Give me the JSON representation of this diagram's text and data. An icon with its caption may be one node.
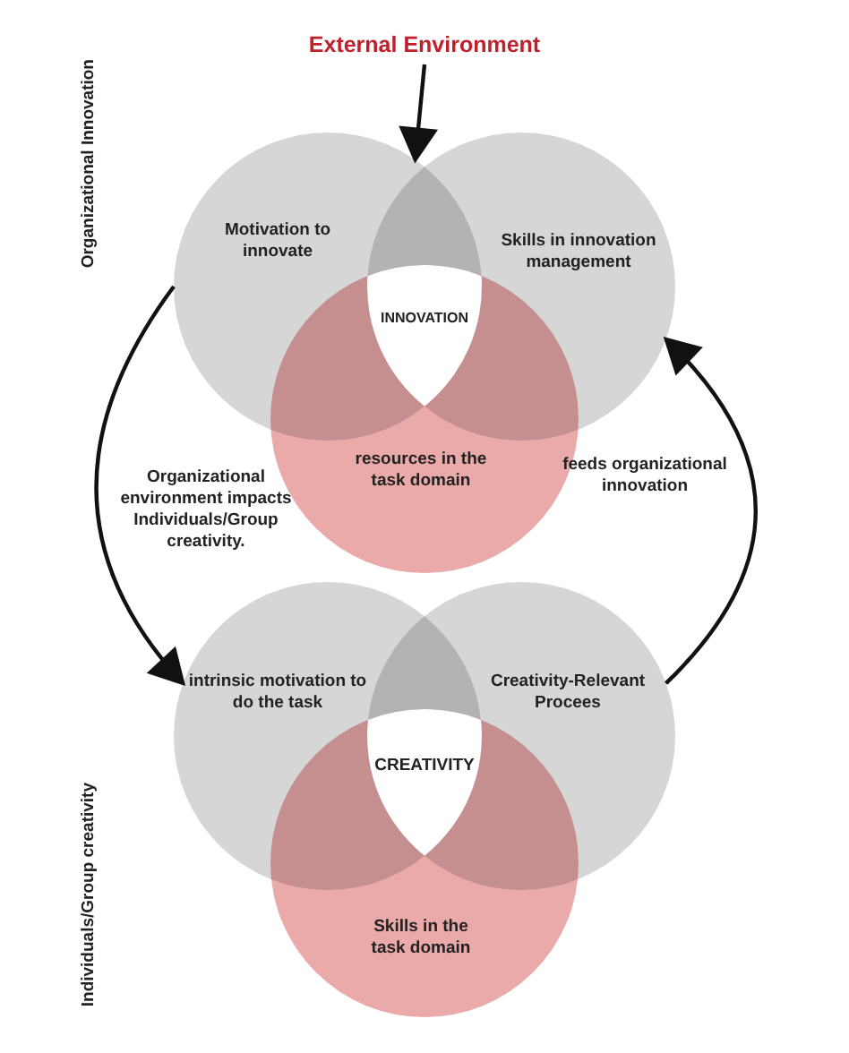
{
  "diagram": {
    "nodes": [
      {
        "text": [
          "External Environment"
        ]
      },
      {
        "text": [
          "Motivation to innovate"
        ]
      },
      {
        "text": [
          "Skills in innovation management"
        ]
      },
      {
        "text": [
          "resources in the task domain"
        ]
      },
      {
        "text": [
          "INNOVATION"
        ]
      },
      {
        "text": [
          "intrinsic motivation to do the task"
        ]
      },
      {
        "text": [
          "Creativity-Relevant Procees"
        ]
      },
      {
        "text": [
          "Skills in the task domain"
        ]
      },
      {
        "text": [
          "CREATIVITY"
        ]
      }
    ],
    "edges": [
      {
        "from": 0,
        "to": 1,
        "arrow": "to"
      },
      {
        "from": 1,
        "to": 5,
        "arrow": "to",
        "label": "Organizational environment impacts Individuals/Group creativity."
      },
      {
        "from": 6,
        "to": 2,
        "arrow": "to",
        "label": "feeds organizational innovation"
      }
    ],
    "labels": [
      "Organizational Innovation",
      "Individuals/Group creativity"
    ]
  }
}
